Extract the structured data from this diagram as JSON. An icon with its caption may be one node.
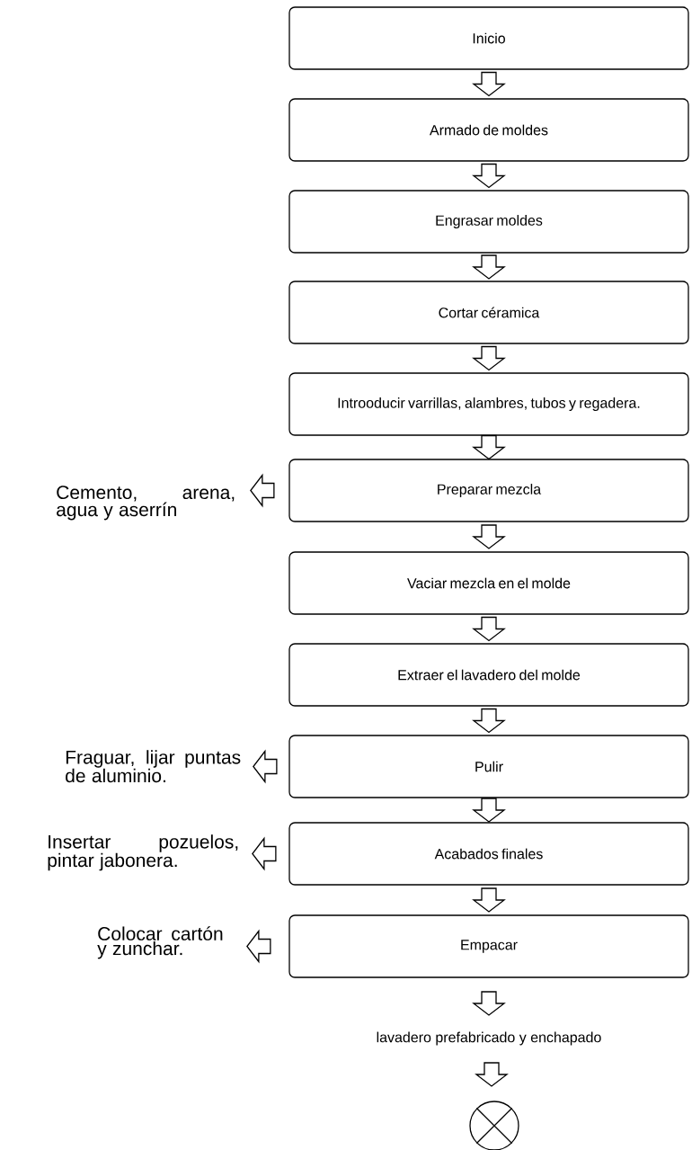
{
  "diagram": {
    "nodes": [
      {
        "text": [
          "Inicio"
        ]
      },
      {
        "text": [
          "Armado de moldes"
        ]
      },
      {
        "text": [
          "Engrasar moldes"
        ]
      },
      {
        "text": [
          "Cortar céramica"
        ]
      },
      {
        "text": [
          "Introoducir varrillas, alambres, tubos y regadera."
        ]
      },
      {
        "text": [
          "Preparar mezcla"
        ]
      },
      {
        "text": [
          "Vaciar mezcla en el molde"
        ]
      },
      {
        "text": [
          "Extraer el lavadero del molde"
        ]
      },
      {
        "text": [
          "Pulir"
        ]
      },
      {
        "text": [
          "Acabados finales"
        ]
      },
      {
        "text": [
          "Empacar"
        ]
      },
      {
        "text": [
          "lavadero prefabricado y enchapado"
        ]
      },
      {
        "text": [],
        "shape": "circle"
      },
      {
        "text": [
          "Cemento, arena, agua y aserrín"
        ]
      },
      {
        "text": [
          "Fraguar, lijar puntas de aluminio."
        ]
      },
      {
        "text": [
          "Insertar pozuelos, pintar jabonera."
        ]
      },
      {
        "text": [
          "Colocar cartón y zunchar."
        ]
      }
    ],
    "edges": [
      {
        "from": 0,
        "to": 1,
        "arrow": "to"
      },
      {
        "from": 1,
        "to": 2,
        "arrow": "to"
      },
      {
        "from": 2,
        "to": 3,
        "arrow": "to"
      },
      {
        "from": 3,
        "to": 4,
        "arrow": "to"
      },
      {
        "from": 4,
        "to": 5,
        "arrow": "to"
      },
      {
        "from": 5,
        "to": 6,
        "arrow": "to"
      },
      {
        "from": 6,
        "to": 7,
        "arrow": "to"
      },
      {
        "from": 7,
        "to": 8,
        "arrow": "to"
      },
      {
        "from": 8,
        "to": 9,
        "arrow": "to"
      },
      {
        "from": 9,
        "to": 10,
        "arrow": "to"
      },
      {
        "from": 10,
        "to": 11,
        "arrow": "to"
      },
      {
        "from": 11,
        "to": 12,
        "arrow": "to"
      },
      {
        "from": 5,
        "to": 13,
        "arrow": "to"
      },
      {
        "from": 8,
        "to": 14,
        "arrow": "to"
      },
      {
        "from": 9,
        "to": 15,
        "arrow": "to"
      },
      {
        "from": 10,
        "to": 16,
        "arrow": "to"
      }
    ]
  }
}
